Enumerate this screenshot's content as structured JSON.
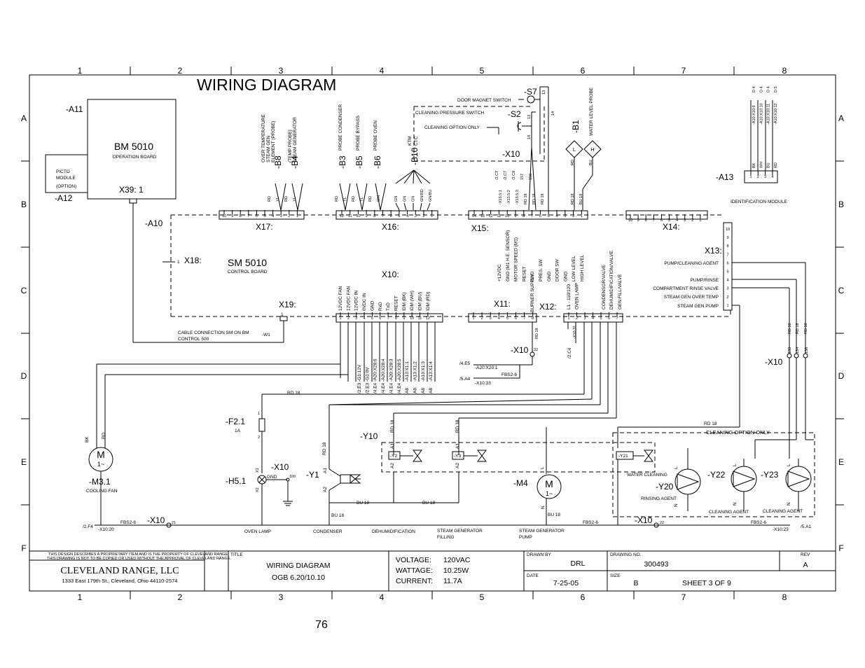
{
  "title": "WIRING DIAGRAM",
  "page_number": "76",
  "grid": {
    "columns": [
      "1",
      "2",
      "3",
      "4",
      "5",
      "6",
      "7",
      "8"
    ],
    "rows": [
      "A",
      "B",
      "C",
      "D",
      "E",
      "F"
    ]
  },
  "boards": {
    "a11": {
      "ref": "-A11",
      "name": "BM 5010",
      "desc": "OPERATION BOARD",
      "connector": "X39: 1"
    },
    "a12": {
      "ref": "-A12",
      "line1": "PICTO",
      "line2": "MODULE",
      "line3": "(OPTION)"
    },
    "a10": {
      "ref": "-A10",
      "name": "SM 5010",
      "desc": "CONTROL BOARD"
    },
    "a13": {
      "ref": "-A13",
      "desc": "IDENTIFICATION MODULE"
    }
  },
  "connectors": {
    "x17": "X17:",
    "x16": "X16:",
    "x15": "X15:",
    "x14": "X14:",
    "x13": "X13:",
    "x18": "X18:",
    "x19": "X19:",
    "x10": "X10:",
    "x11": "X11:",
    "x12": "X12:"
  },
  "pins": {
    "x17": [
      "10",
      "9",
      "8",
      "7",
      "6",
      "5",
      "4",
      "3",
      "2",
      "1"
    ],
    "x16": [
      "12",
      "11",
      "10",
      "9",
      "8",
      "7",
      "6",
      "5",
      "4",
      "3",
      "2",
      "1"
    ],
    "x15": [
      "14",
      "13",
      "12",
      "11",
      "10",
      "9",
      "8",
      "7",
      "6",
      "5",
      "4",
      "3",
      "2",
      "1"
    ],
    "x14": [
      "10",
      "9",
      "8",
      "7",
      "6",
      "5",
      "4",
      "3",
      "2",
      "1"
    ],
    "x13": [
      "10",
      "9",
      "8",
      "7",
      "6",
      "5",
      "4",
      "3",
      "2",
      "1"
    ],
    "x10": [
      "1",
      "2",
      "3",
      "4",
      "5",
      "6",
      "7",
      "8",
      "9",
      "10",
      "11",
      "12"
    ],
    "x11": [
      "1",
      "2",
      "3",
      "4",
      "5",
      "6",
      "7",
      "8"
    ],
    "x12": [
      "1",
      "2",
      "3",
      "4",
      "5",
      "6",
      "7"
    ],
    "a13": [
      "1",
      "2",
      "3",
      "4"
    ],
    "x18": "1",
    "x19": "1"
  },
  "sensors": {
    "b8": "-B8",
    "b8_desc1": "OVER TEMPERATURE",
    "b8_desc2": "STEAM GEN",
    "b8_desc3": "ELEMENT (PROBE)",
    "b4": "-B4",
    "b4_desc1": "(TEMP PROBE)",
    "b4_desc2": "STEAM GENERATOR",
    "b3": "-B3",
    "b3_desc": "PROBE CONDENSER",
    "b5": "-B5",
    "b5_desc": "PROBE BYPASS",
    "b6": "-B6",
    "b6_desc": "PROBE OVEN",
    "b10": "-B10",
    "b10_desc1": "KTM",
    "b10_desc2": "CTC",
    "b1": "-B1",
    "b1_desc": "WATER LEVEL PROBE",
    "b1_l": "L",
    "b1_h": "H"
  },
  "wire_colors": {
    "b8": [
      "RD",
      "YL"
    ],
    "b4": [
      "RD",
      "YL"
    ],
    "b3": [
      "RD",
      "YL"
    ],
    "b5": [
      "RD",
      "YL"
    ],
    "b6": [
      "RD",
      "WH"
    ],
    "b10": [
      "GN",
      "GN",
      "GN",
      "GN/RD",
      "GN/BU"
    ],
    "x15": [
      "/2.C7",
      "/2.C7",
      "/2.C8",
      "157",
      "156"
    ],
    "x15b": [
      "-X13.5:1",
      "-X13.5:2",
      "-X13.5:3",
      "RD 18",
      "RD 18",
      "RD 18"
    ],
    "b1": [
      "RD",
      "BU"
    ],
    "b1b": [
      "RD 18",
      "BU 18"
    ],
    "a13": [
      "BK",
      "WH",
      "BU",
      "RD"
    ]
  },
  "switches": {
    "s7": "-S7",
    "door_magnet": "DOOR MAGNET SWITCH",
    "s2": "-S2",
    "cleaning_pressure": "CLEANING PRESSURE SWITCH",
    "cleaning_option": "CLEANING OPTION ONLY",
    "x10_label": "-X10",
    "n13": "13",
    "n14": "14"
  },
  "a13_refs": [
    "-A10:X10:9",
    "-A10:X10:10",
    "-A10:X10:11",
    "-A10:X10:12"
  ],
  "a13_d": [
    "D 4",
    "D 4",
    "D 4",
    "D 5"
  ],
  "x15_labels": [
    "+12VDC",
    "GND (M1 H.E. SENSOR)",
    "MOTOR SPEED (M1)",
    "RESET",
    "GND",
    "PRES. SW",
    "GND",
    "DOOR SW",
    "GND",
    "LOW LEVEL",
    "HIGH LEVEL"
  ],
  "x13_labels": [
    "PUMP/CLEANING AGENT",
    "PUMP/RINSE",
    "COMPARTMENT RINSE VALVE",
    "STEAM GEN OVER TEMP",
    "STEAM GEN PUMP"
  ],
  "x10_labels": [
    "12VDC FAN",
    "12VDC FAN",
    "12VDC IN",
    "0VDC IN",
    "GND",
    "RxD",
    "TxD",
    "RESET",
    "IDM (BK)",
    "IDM (WH)",
    "IDM (BU)",
    "IDM (RD)"
  ],
  "x10_refs": [
    "-G1:12V",
    "-G1:0V",
    "-A20:X28:6",
    "-A20:X28:4",
    "-A20:X28:3",
    "-A20:X28:5",
    "-A13:X1:1",
    "-A13:X1:2",
    "-A13:X1:3",
    "-A13:X1:4"
  ],
  "x10_sheet": [
    "/2.E3",
    "/2.E3",
    "/4.E4",
    "/4.E4",
    "/4.E4",
    "/4.E4",
    "A8",
    "A8",
    "A8",
    "A8"
  ],
  "x11_labels": [
    "BURNER SUPPLY"
  ],
  "x12_labels": [
    "L1 - 110/120",
    "OVEN LAMP",
    "CONDENSOR/VALVE",
    "DEHUMIDIFICATION/VALVE",
    "GEN FILL/VALVE"
  ],
  "x12_misc": [
    "/2.C4",
    "-X10:31"
  ],
  "cable_note1": "CABLE CONNECTION SM ON BM",
  "cable_note2": "CONTROL 500",
  "w1": "-W1",
  "mid_x10": {
    "ref": "-X10",
    "pin": "32",
    "rd": "RD 18",
    "e5": "/4.E5",
    "e5ref": "-A20:X20:1",
    "a4": "/5.A4",
    "fbs": "FBS2-6",
    "a4ref": "-X10:33"
  },
  "right_x10": {
    "ref": "-X10",
    "pins": [
      "133",
      "134",
      "136"
    ],
    "rd": [
      "RD 18",
      "RD 18",
      "RD 18"
    ]
  },
  "components": {
    "m31": "-M3.1",
    "m31_desc": "COOLING FAN",
    "m31_sym": "M",
    "m31_sub": "1~",
    "m31_wires": [
      "BK",
      "RD"
    ],
    "f21": "-F2.1",
    "f21_rating": "1A",
    "f21_pins": [
      "1",
      "2"
    ],
    "h51": "-H5.1",
    "h51_pins": [
      "X1",
      "X2"
    ],
    "x10_h": "-X10",
    "gnd": "GND",
    "gnd_pin": "100",
    "y1": "-Y1",
    "y1_pins": [
      "A1",
      "A2"
    ],
    "y10": "-Y10",
    "y2": "-Y2",
    "y3": "-Y3",
    "y21": "-Y21",
    "y20": "-Y20",
    "y22": "-Y22",
    "y23": "-Y23",
    "m4": "-M4",
    "m4_sym": "M",
    "m4_sub": "1~",
    "water_cleaning": "WATER CLEANING",
    "rinsing_agent": "RINSING AGENT",
    "cleaning_agent1": "CLEANING AGENT",
    "cleaning_agent2": "CLEANING AGENT",
    "cleaning_option_only": "CLEANING  OPTION ONLY"
  },
  "wire_tags": {
    "rd18": "RD 18",
    "bu18": "BU 18",
    "fbs": "FBS2-6",
    "l": "L",
    "n": "N",
    "a1": "A1",
    "a2": "A2"
  },
  "bottom": {
    "left_ref": "/2.F4",
    "left_x": "-X10:20",
    "left_fbs": "FBS2-6",
    "x10_ref": "-X10",
    "x10_pin1": "21",
    "x10_pin2": "22",
    "right_fbs": "FBS2-6",
    "right_x": "-X10:23",
    "right_ref": "/5.A1",
    "mid_fbs": "FBS2-6",
    "labels": [
      "OVEN LAMP",
      "CONDENSER",
      "DEHUMIDIFICATION",
      "STEAM GENERATOR",
      "FILLING",
      "STEAM GENERATOR",
      "PUMP"
    ]
  },
  "title_block": {
    "disclaimer1": "THIS DESIGN DESCRIBES A PROPRIETARY ITEM AND IS THE PROPERTY OF CLEVELAND RANGE.",
    "disclaimer2": "THIS DRAWING IS NOT TO BE COPIED OR USED WITHOUT THE APPROVAL OF CLEVELAND RANGE.",
    "company": "CLEVELAND RANGE, LLC",
    "address": "1333 East 179th St., Cleveland, Ohio 44110-2574",
    "title_label": "TITLE",
    "title1": "WIRING DIAGRAM",
    "title2": "OGB 6.20/10.10",
    "voltage_label": "VOLTAGE:",
    "voltage": "120VAC",
    "wattage_label": "WATTAGE:",
    "wattage": "10.25W",
    "current_label": "CURRENT:",
    "current": "11.7A",
    "drawn_label": "DRAWN BY",
    "drawn": "DRL",
    "date_label": "DATE",
    "date": "7-25-05",
    "drawing_label": "DRAWING NO.",
    "drawing": "300493",
    "size_label": "SIZE",
    "size": "B",
    "sheet": "SHEET  3    OF  9",
    "rev_label": "REV",
    "rev": "A"
  }
}
